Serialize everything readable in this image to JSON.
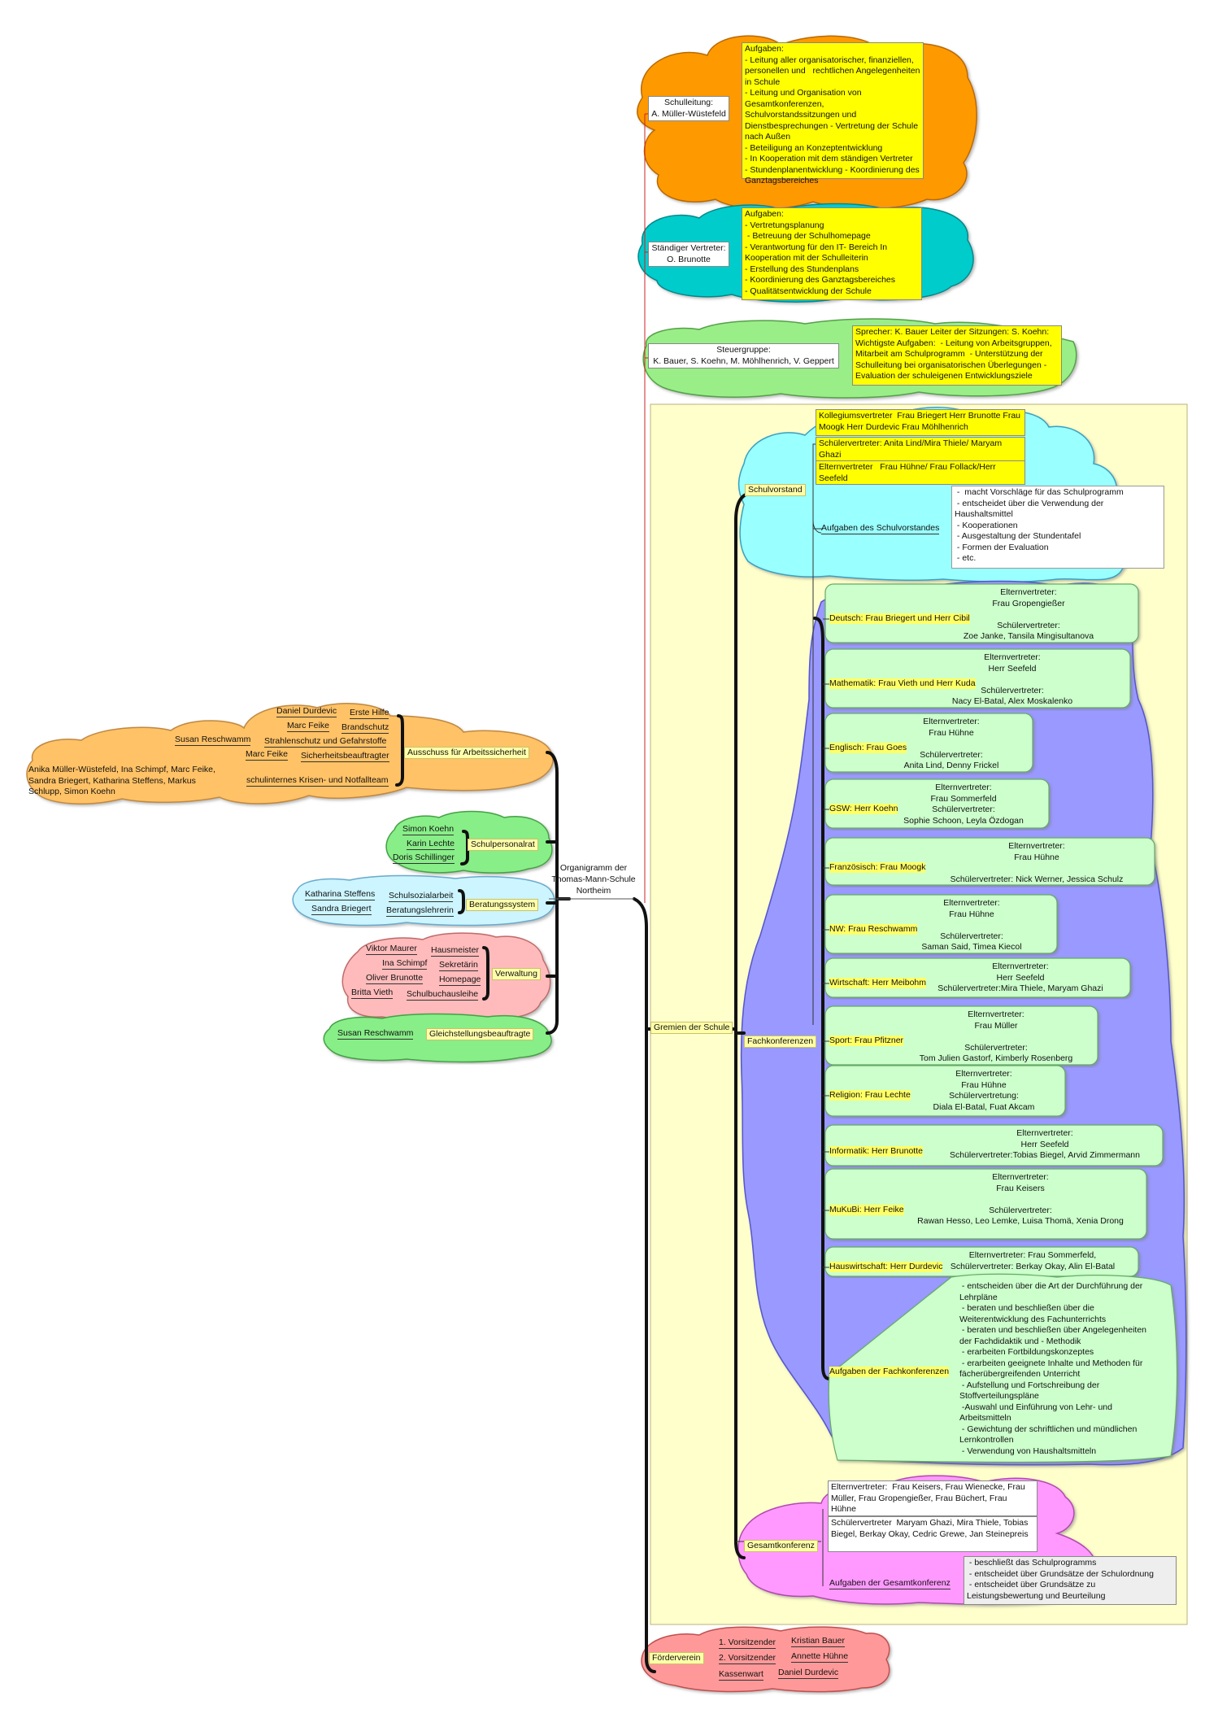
{
  "center_title": "Organigramm der\nThomas-Mann-Schule\nNortheim",
  "top": {
    "schulleitung": {
      "label": "Schulleitung:\nA. Müller-Wüstefeld",
      "tasks": "Aufgaben:\n- Leitung aller organisatorischer, finanziellen, personellen und   rechtlichen Angelegenheiten in Schule\n- Leitung und Organisation von Gesamtkonferenzen, Schulvorstandssitzungen und Dienstbesprechungen - Vertretung der Schule nach Außen\n- Beteiligung an Konzeptentwicklung\n- In Kooperation mit dem ständigen Vertreter\n- Stundenplanentwicklung - Koordinierung des Ganztagsbereiches"
    },
    "vertreter": {
      "label": "Ständiger Vertreter:\nO. Brunotte",
      "tasks": "Aufgaben:\n- Vertretungsplanung\n - Betreuung der Schulhomepage\n- Verantwortung für den IT- Bereich In Kooperation mit der Schulleiterin\n- Erstellung des Stundenplans\n- Koordinierung des Ganztagsbereiches\n- Qualitätsentwicklung der Schule"
    },
    "steuergruppe": {
      "label": "Steuergruppe:\nK. Bauer, S. Koehn, M. Möhlhenrich, V. Geppert",
      "tasks": "Sprecher: K. Bauer Leiter der Sitzungen: S. Koehn: Wichtigste Aufgaben:  - Leitung von Arbeitsgruppen, Mitarbeit am Schulprogramm  - Unterstützung der Schulleitung bei organisatorischen Überlegungen -Evaluation der schuleigenen Entwicklungsziele"
    }
  },
  "left": {
    "arbeitssicherheit": {
      "label": "Ausschuss für Arbeitssicherheit",
      "items": [
        {
          "person": "Daniel Durdevic",
          "role": "Erste Hilfe"
        },
        {
          "person": "Marc Feike",
          "role": "Brandschutz"
        },
        {
          "person": "Susan Reschwamm",
          "role": "Strahlenschutz und Gefahrstoffe"
        },
        {
          "person": "Marc Feike",
          "role": "Sicherheitsbeauftragter"
        },
        {
          "person": "Anika Müller-Wüstefeld, Ina Schimpf, Marc Feike, Sandra Briegert, Katharina Steffens, Markus Schlupp, Simon Koehn",
          "role": "schulinternes Krisen- und Notfallteam"
        }
      ]
    },
    "schulpersonalrat": {
      "label": "Schulpersonalrat",
      "items": [
        "Simon Koehn",
        "Karin Lechte",
        "Doris Schillinger"
      ]
    },
    "beratungssystem": {
      "label": "Beratungssystem",
      "items": [
        {
          "person": "Katharina Steffens",
          "role": "Schulsozialarbeit"
        },
        {
          "person": "Sandra Briegert",
          "role": "Beratungslehrerin"
        }
      ]
    },
    "verwaltung": {
      "label": "Verwaltung",
      "items": [
        {
          "person": "Viktor Maurer",
          "role": "Hausmeister"
        },
        {
          "person": "Ina Schimpf",
          "role": "Sekretärin"
        },
        {
          "person": "Oliver Brunotte",
          "role": "Homepage"
        },
        {
          "person": "Britta Vieth",
          "role": "Schulbuchausleihe"
        }
      ]
    },
    "gleichstellung": {
      "label": "Gleichstellungsbeauftragte",
      "person": "Susan Reschwamm"
    }
  },
  "gremien": {
    "label": "Gremien der Schule",
    "schulvorstand": {
      "label": "Schulvorstand",
      "members": [
        "Kollegiumsvertreter  Frau Briegert Herr Brunotte Frau Moogk Herr Durdevic Frau Möhlhenrich",
        "Schülervertreter: Anita Lind/Mira Thiele/ Maryam Ghazi",
        "Elternvertreter   Frau Hühne/ Frau Follack/Herr Seefeld"
      ],
      "tasks_label": "Aufgaben des Schulvorstandes",
      "tasks": " -  macht Vorschläge für das Schulprogramm\n - entscheidet über die Verwendung der Haushaltsmittel\n - Kooperationen\n - Ausgestaltung der Stundentafel\n - Formen der Evaluation\n - etc."
    },
    "fachkonferenzen": {
      "label": "Fachkonferenzen",
      "items": [
        {
          "subject": "Deutsch: Frau Briegert und Herr Cibil",
          "reps": "Elternvertreter:\nFrau Gropengießer\n\nSchülervertreter:\nZoe Janke, Tansila Mingisultanova"
        },
        {
          "subject": "Mathematik: Frau Vieth und Herr Kuda",
          "reps": "Elternvertreter:\nHerr Seefeld\n\nSchülervertreter:\nNacy El-Batal, Alex Moskalenko"
        },
        {
          "subject": "Englisch: Frau Goes",
          "reps": "Elternvertreter:\nFrau Hühne\n\nSchülervertreter:\nAnita Lind, Denny Frickel"
        },
        {
          "subject": "GSW: Herr Koehn",
          "reps": "Elternvertreter:\nFrau Sommerfeld\nSchülervertreter:\nSophie Schoon, Leyla Özdogan"
        },
        {
          "subject": "Französisch: Frau  Moogk",
          "reps": "Elternvertreter:\nFrau Hühne\n\nSchülervertreter: Nick Werner, Jessica Schulz"
        },
        {
          "subject": "NW: Frau Reschwamm",
          "reps": "Elternvertreter:\nFrau Hühne\n\nSchülervertreter:\nSaman Said, Timea Kiecol"
        },
        {
          "subject": "Wirtschaft: Herr Meibohm",
          "reps": "Elternvertreter:\nHerr Seefeld\nSchülervertreter:Mira Thiele, Maryam Ghazi"
        },
        {
          "subject": "Sport: Frau Pfitzner",
          "reps": "Elternvertreter:\nFrau Müller\n\nSchülervertreter:\nTom Julien Gastorf, Kimberly Rosenberg"
        },
        {
          "subject": "Religion: Frau Lechte",
          "reps": "Elternvertreter:\nFrau Hühne\nSchülervertretung:\nDiala El-Batal, Fuat Akcam"
        },
        {
          "subject": "Informatik: Herr Brunotte",
          "reps": "Elternvertreter:\nHerr Seefeld\nSchülervertreter:Tobias Biegel, Arvid Zimmermann"
        },
        {
          "subject": "MuKuBi: Herr Feike",
          "reps": "Elternvertreter:\nFrau Keisers\n\nSchülervertreter:\nRawan Hesso, Leo Lemke, Luisa Thomä, Xenia Drong"
        },
        {
          "subject": "Hauswirtschaft: Herr Durdevic",
          "reps": "Elternvertreter: Frau Sommerfeld,\nSchülervertreter: Berkay Okay, Alin El-Batal"
        }
      ],
      "tasks_label": "Aufgaben der Fachkonferenzen",
      "tasks": " - entscheiden über die Art der Durchführung der Lehrpläne\n - beraten und beschließen über die Weiterentwicklung des Fachunterrichts\n - beraten und beschließen über Angelegenheiten der Fachdidaktik und - Methodik\n - erarbeiten Fortbildungskonzeptes\n - erarbeiten geeignete Inhalte und Methoden für fächerübergreifenden Unterricht\n - Aufstellung und Fortschreibung der Stoffverteilungspläne\n -Auswahl und Einführung von Lehr- und Arbeitsmitteln\n - Gewichtung der schriftlichen und mündlichen Lernkontrollen\n - Verwendung von Haushaltsmitteln"
    },
    "gesamtkonferenz": {
      "label": "Gesamtkonferenz",
      "members": [
        "Elternvertreter:  Frau Keisers, Frau Wienecke, Frau Müller, Frau Gropengießer, Frau Büchert, Frau Hühne",
        "Schülervertreter  Maryam Ghazi, Mira Thiele, Tobias Biegel, Berkay Okay, Cedric Grewe, Jan Steinepreis"
      ],
      "tasks_label": "Aufgaben der Gesamtkonferenz",
      "tasks": " - beschließt das Schulprogramms\n - entscheidet über Grundsätze der Schulordnung\n - entscheidet über Grundsätze zu Leistungsbewertung und Beurteilung"
    }
  },
  "foerderverein": {
    "label": "Förderverein",
    "items": [
      {
        "role": "1. Vorsitzender",
        "person": "Kristian Bauer"
      },
      {
        "role": "2. Vorsitzender",
        "person": "Annette Hühne"
      },
      {
        "role": "Kassenwart",
        "person": "Daniel Durdevic"
      }
    ]
  },
  "colors": {
    "orange": "#ff9900",
    "teal": "#00cccc",
    "green": "#99ee88",
    "cyan": "#99ffff",
    "purple": "#9999ff",
    "lightgreen": "#ccffcc",
    "pink": "#ff99ff",
    "paleyellow": "#ffffcc",
    "leftorange": "#ffc266",
    "leftgreen": "#88ee88",
    "leftcyan": "#ccf5ff",
    "leftpink": "#ffbbbb",
    "highlight": "#ffff00"
  }
}
